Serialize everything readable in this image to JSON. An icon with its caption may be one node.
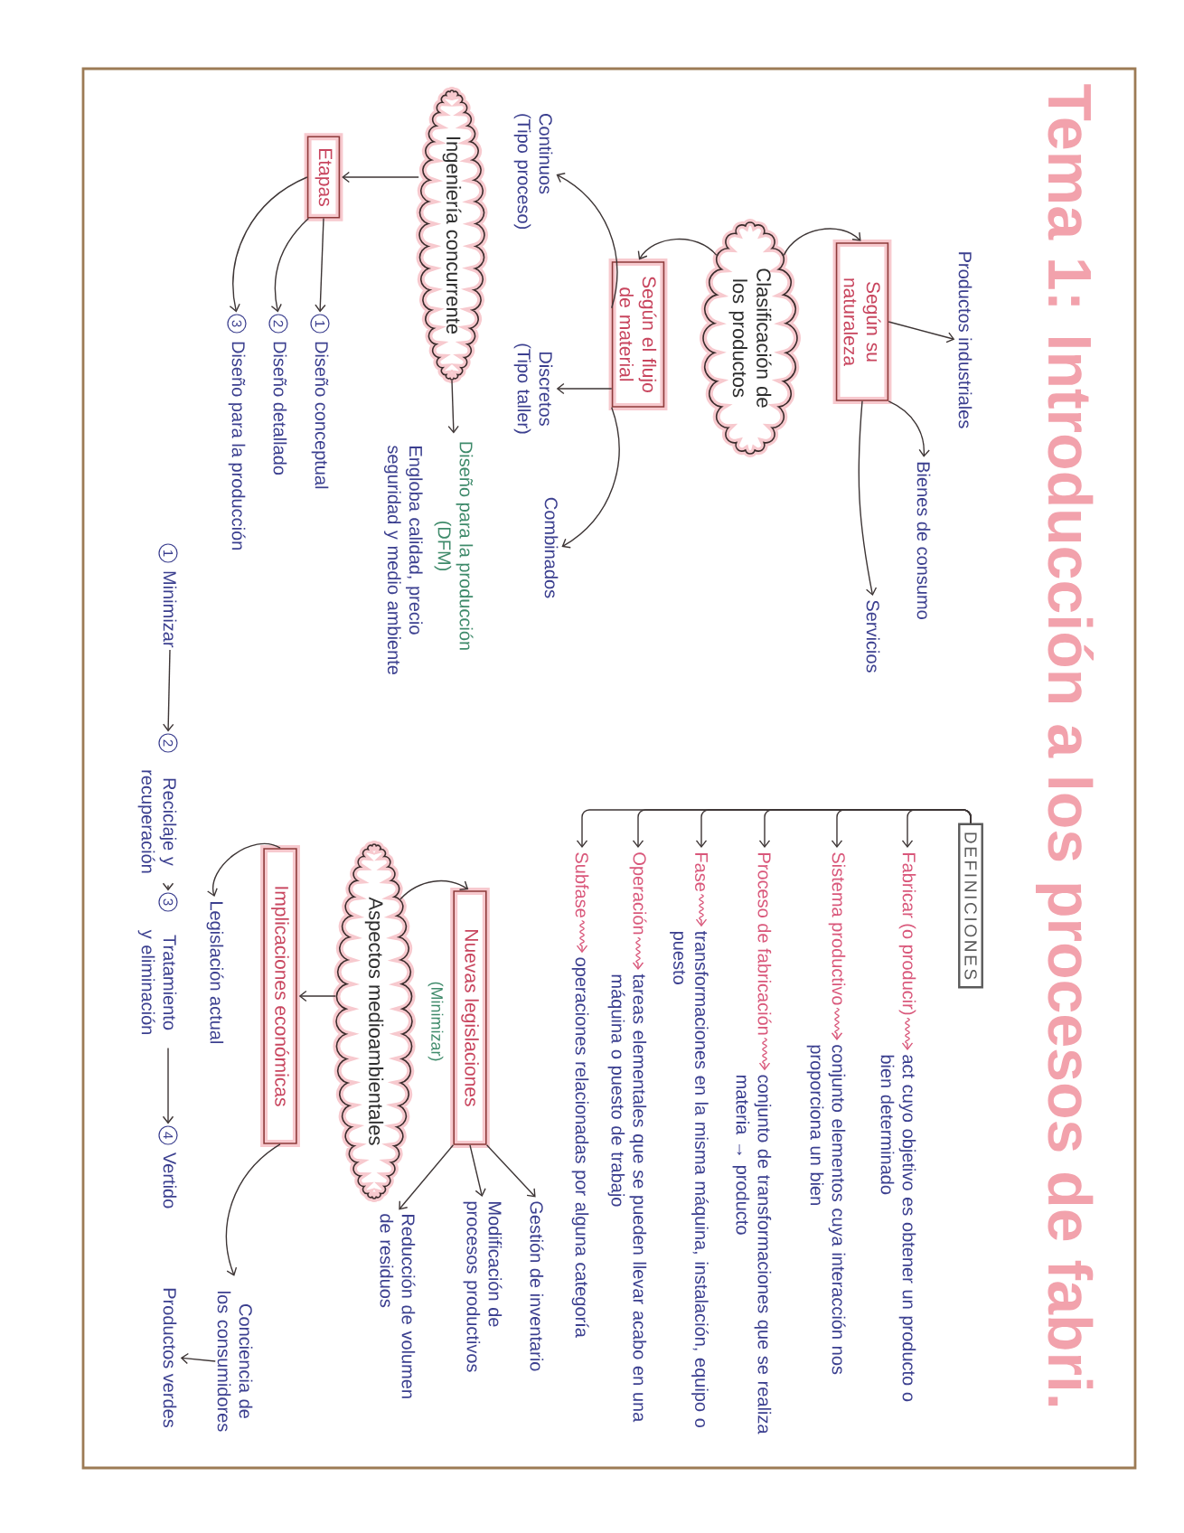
{
  "diagram": {
    "title": "Tema 1: Introducción a los procesos de fabri.",
    "nodes": [
      {
        "text": [
          "Productos industriales"
        ]
      },
      {
        "text": [
          "Según su naturaleza"
        ]
      },
      {
        "text": [
          "Bienes de consumo"
        ]
      },
      {
        "text": [
          "Servicios"
        ]
      },
      {
        "text": [
          "Clasificación de los productos"
        ]
      },
      {
        "text": [
          "Según el flujo de material"
        ]
      },
      {
        "text": [
          "Continuos (Tipo proceso)"
        ]
      },
      {
        "text": [
          "Discretos (Tipo taller)"
        ]
      },
      {
        "text": [
          "Combinados"
        ]
      },
      {
        "text": [
          "Ingeniería concurrente"
        ]
      },
      {
        "text": [
          "Etapas"
        ]
      },
      {
        "text": [
          "Diseño para la producción (DFM)"
        ],
        "beside": [
          "Engloba calidad, precio seguridad y medio ambiente"
        ]
      },
      {
        "text": [
          "1",
          "Diseño conceptual"
        ]
      },
      {
        "text": [
          "2",
          "Diseño detallado"
        ]
      },
      {
        "text": [
          "3",
          "Diseño para la producción"
        ]
      },
      {
        "text": [
          "DEFINICIONES"
        ]
      },
      {
        "text": [
          "Fabricar (o producir)"
        ]
      },
      {
        "text": [
          "act cuyo objetivo es obtener un producto o bien determinado"
        ]
      },
      {
        "text": [
          "Sistema productivo"
        ]
      },
      {
        "text": [
          "conjunto elementos cuya interacción nos proporciona un bien"
        ]
      },
      {
        "text": [
          "Proceso de fabricación"
        ]
      },
      {
        "text": [
          "conjunto de transformaciones que se realiza materia → producto"
        ]
      },
      {
        "text": [
          "Fase"
        ]
      },
      {
        "text": [
          "transformaciones en la misma máquina, instalación, equipo o puesto"
        ]
      },
      {
        "text": [
          "Operación"
        ]
      },
      {
        "text": [
          "tareas elementales que se pueden llevar acabo en una máquina o puesto de trabajo"
        ]
      },
      {
        "text": [
          "Subfase"
        ]
      },
      {
        "text": [
          "operaciones relacionadas por alguna categoría"
        ]
      },
      {
        "text": [
          "Nuevas legislaciones"
        ],
        "beside": [
          "(Minimizar)"
        ]
      },
      {
        "text": [
          "Aspectos medioambientales"
        ]
      },
      {
        "text": [
          "Gestión de inventario"
        ]
      },
      {
        "text": [
          "Modificación de procesos productivos"
        ]
      },
      {
        "text": [
          "Reducción de volumen de residuos"
        ]
      },
      {
        "text": [
          "Implicaciones económicas"
        ]
      },
      {
        "text": [
          "Legislación actual"
        ]
      },
      {
        "text": [
          "Conciencia de los consumidores"
        ]
      },
      {
        "text": [
          "Productos verdes"
        ]
      },
      {
        "text": [
          "1",
          "Minimizar"
        ]
      },
      {
        "text": [
          "2",
          "Reciclaje y recuperación"
        ]
      },
      {
        "text": [
          "3",
          "Tratamiento y eliminación"
        ]
      },
      {
        "text": [
          "4",
          "Vertido"
        ]
      }
    ],
    "edges": [
      {
        "from": 1,
        "to": 0,
        "arrow": "to"
      },
      {
        "from": 1,
        "to": 2,
        "arrow": "to"
      },
      {
        "from": 1,
        "to": 3,
        "arrow": "to"
      },
      {
        "from": 4,
        "to": 1,
        "arrow": "to"
      },
      {
        "from": 4,
        "to": 5,
        "arrow": "to"
      },
      {
        "from": 5,
        "to": 6,
        "arrow": "to"
      },
      {
        "from": 5,
        "to": 7,
        "arrow": "to"
      },
      {
        "from": 5,
        "to": 8,
        "arrow": "to"
      },
      {
        "from": 9,
        "to": 10,
        "arrow": "to"
      },
      {
        "from": 9,
        "to": 11,
        "arrow": "to"
      },
      {
        "from": 10,
        "to": 12,
        "arrow": "to"
      },
      {
        "from": 10,
        "to": 13,
        "arrow": "to"
      },
      {
        "from": 10,
        "to": 14,
        "arrow": "to"
      },
      {
        "from": 15,
        "to": 16,
        "arrow": "to"
      },
      {
        "from": 15,
        "to": 18,
        "arrow": "to"
      },
      {
        "from": 15,
        "to": 20,
        "arrow": "to"
      },
      {
        "from": 15,
        "to": 22,
        "arrow": "to"
      },
      {
        "from": 15,
        "to": 24,
        "arrow": "to"
      },
      {
        "from": 15,
        "to": 26,
        "arrow": "to"
      },
      {
        "from": 16,
        "to": 17,
        "arrow": "to",
        "color": "#d9577a"
      },
      {
        "from": 18,
        "to": 19,
        "arrow": "to",
        "color": "#d9577a"
      },
      {
        "from": 20,
        "to": 21,
        "arrow": "to",
        "color": "#d9577a"
      },
      {
        "from": 22,
        "to": 23,
        "arrow": "to",
        "color": "#d9577a"
      },
      {
        "from": 24,
        "to": 25,
        "arrow": "to",
        "color": "#d9577a"
      },
      {
        "from": 26,
        "to": 27,
        "arrow": "to",
        "color": "#d9577a"
      },
      {
        "from": 29,
        "to": 28,
        "arrow": "to"
      },
      {
        "from": 29,
        "to": 33,
        "arrow": "to"
      },
      {
        "from": 28,
        "to": 30,
        "arrow": "to"
      },
      {
        "from": 28,
        "to": 31,
        "arrow": "to"
      },
      {
        "from": 28,
        "to": 32,
        "arrow": "to"
      },
      {
        "from": 33,
        "to": 34,
        "arrow": "to"
      },
      {
        "from": 33,
        "to": 35,
        "arrow": "to"
      },
      {
        "from": 35,
        "to": 36,
        "arrow": "to"
      },
      {
        "from": 37,
        "to": 38,
        "arrow": "to"
      },
      {
        "from": 38,
        "to": 39,
        "arrow": "to"
      },
      {
        "from": 39,
        "to": 40,
        "arrow": "to"
      }
    ]
  }
}
